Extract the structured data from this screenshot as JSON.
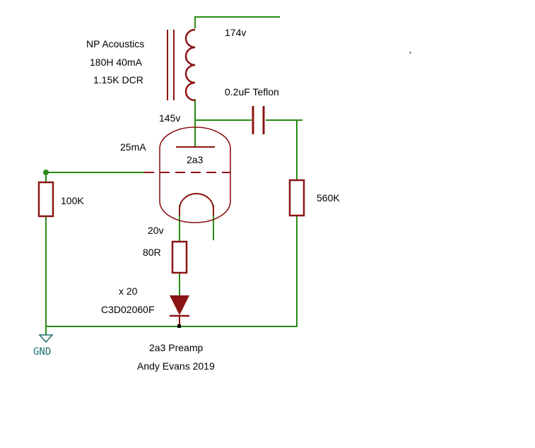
{
  "colors": {
    "wire": "#2a8a16",
    "component": "#8b1414",
    "ground_label": "#1f6f6f",
    "text": "#000000"
  },
  "labels": {
    "transformer_maker": "NP Acoustics",
    "transformer_spec": "180H 40mA",
    "transformer_dcr": "1.15K DCR",
    "supply_voltage": "174v",
    "plate_voltage": "145v",
    "plate_current": "25mA",
    "tube": "2a3",
    "cap": "0.2uF Teflon",
    "grid_resistor": "100K",
    "output_resistor": "560K",
    "cathode_voltage": "20v",
    "cathode_resistor": "80R",
    "diode_count": "x 20",
    "diode_part": "C3D02060F",
    "ground": "GND",
    "title": "2a3 Preamp",
    "author": "Andy Evans 2019"
  },
  "icons": {
    "choke": "inductor-symbol",
    "tube": "triode-tube-symbol",
    "capacitor": "capacitor-symbol",
    "resistor": "resistor-symbol",
    "diode": "diode-symbol",
    "ground": "ground-symbol"
  }
}
